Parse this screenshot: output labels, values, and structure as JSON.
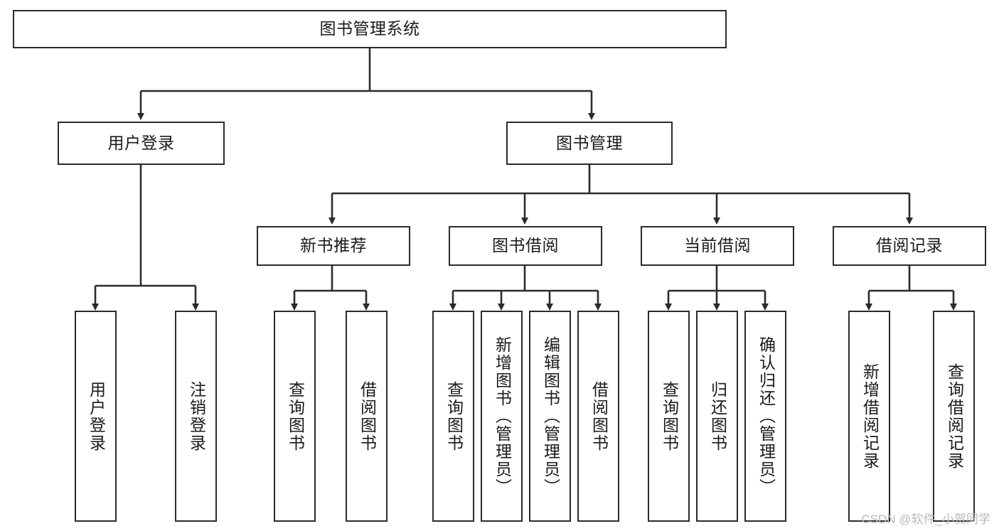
{
  "diagram": {
    "type": "tree",
    "title": "图书管理系统",
    "orientation": "top-down",
    "colors": {
      "node_border": "#2b2b2b",
      "node_fill": "#ffffff",
      "edge": "#2b2b2b",
      "text": "#1a1a1a",
      "watermark": "#b9b9b9"
    },
    "nodes": {
      "root": {
        "label": "图书管理系统"
      },
      "level2": [
        {
          "label": "用户登录"
        },
        {
          "label": "图书管理"
        }
      ],
      "level3": [
        {
          "label": "新书推荐"
        },
        {
          "label": "图书借阅"
        },
        {
          "label": "当前借阅"
        },
        {
          "label": "借阅记录"
        }
      ],
      "leaves": [
        {
          "label": "用户登录",
          "parent": "用户登录"
        },
        {
          "label": "注销登录",
          "parent": "用户登录"
        },
        {
          "label": "查询图书",
          "parent": "新书推荐"
        },
        {
          "label": "借阅图书",
          "parent": "新书推荐"
        },
        {
          "label": "查询图书",
          "parent": "图书借阅"
        },
        {
          "label": "新增图书（管理员）",
          "parent": "图书借阅"
        },
        {
          "label": "编辑图书（管理员）",
          "parent": "图书借阅"
        },
        {
          "label": "借阅图书",
          "parent": "图书借阅"
        },
        {
          "label": "查询图书",
          "parent": "当前借阅"
        },
        {
          "label": "归还图书",
          "parent": "当前借阅"
        },
        {
          "label": "确认归还（管理员）",
          "parent": "当前借阅"
        },
        {
          "label": "新增借阅记录",
          "parent": "借阅记录"
        },
        {
          "label": "查询借阅记录",
          "parent": "借阅记录"
        }
      ]
    },
    "watermark": "CSDN @软件_小贺同学"
  }
}
